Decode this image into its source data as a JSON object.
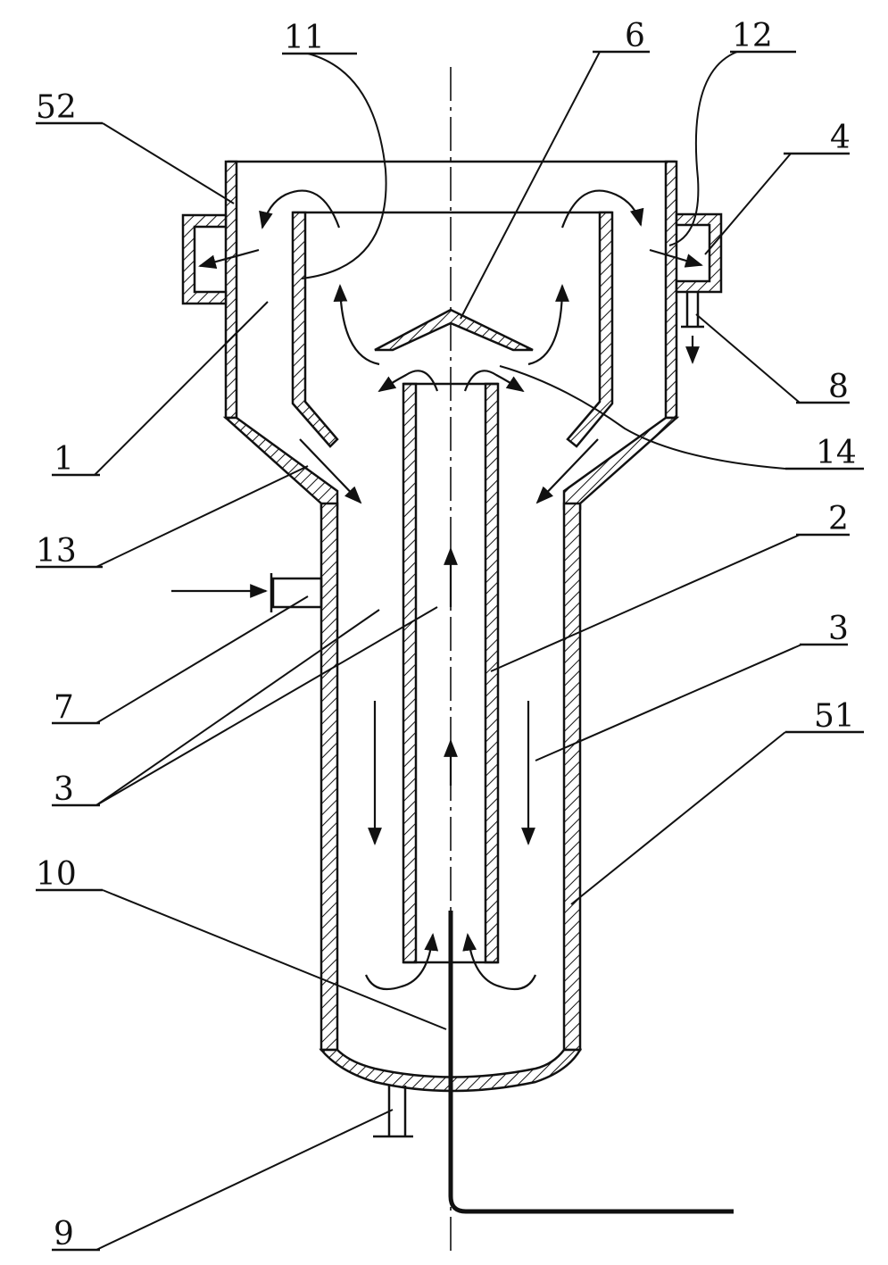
{
  "labels": {
    "l52": "52",
    "l11": "11",
    "l6": "6",
    "l12": "12",
    "l4": "4",
    "l1": "1",
    "l8": "8",
    "l14": "14",
    "l13": "13",
    "l2": "2",
    "l7": "7",
    "l3a": "3",
    "l3b": "3",
    "l51": "51",
    "l10": "10",
    "l9": "9"
  }
}
